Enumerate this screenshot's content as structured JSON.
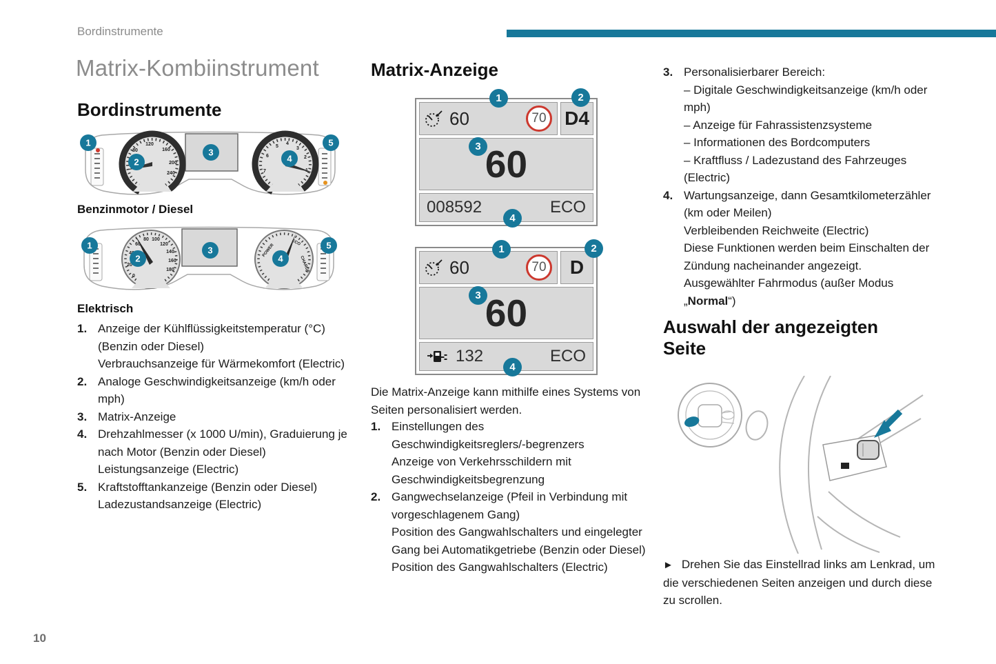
{
  "page": {
    "running_header": "Bordinstrumente",
    "page_number": "10"
  },
  "colors": {
    "accent": "#17789a",
    "limit_red": "#cc382e",
    "warn_orange": "#e5921e"
  },
  "left": {
    "title": "Matrix-Kombiinstrument",
    "heading": "Bordinstrumente",
    "fig1_caption": "Benzinmotor / Diesel",
    "fig2_caption": "Elektrisch",
    "items": [
      {
        "num": "1.",
        "lines": [
          "Anzeige der Kühlflüssigkeitstemperatur (°C)",
          "(Benzin oder Diesel)",
          "Verbrauchsanzeige für Wärmekomfort (Electric)"
        ]
      },
      {
        "num": "2.",
        "lines": [
          "Analoge Geschwindigkeitsanzeige (km/h oder",
          "mph)"
        ]
      },
      {
        "num": "3.",
        "lines": [
          "Matrix-Anzeige"
        ]
      },
      {
        "num": "4.",
        "lines": [
          "Drehzahlmesser (x 1000 U/min), Graduierung je",
          "nach Motor (Benzin oder Diesel)",
          "Leistungsanzeige (Electric)"
        ]
      },
      {
        "num": "5.",
        "lines": [
          "Kraftstofftankanzeige (Benzin oder Diesel)",
          "Ladezustandsanzeige (Electric)"
        ]
      }
    ]
  },
  "middle": {
    "heading": "Matrix-Anzeige",
    "display1": {
      "set_speed": "60",
      "limit": "70",
      "gear": "D4",
      "speed": "60",
      "odometer": "008592",
      "mode": "ECO",
      "callouts": [
        "1",
        "2",
        "3",
        "4"
      ]
    },
    "display2": {
      "set_speed": "60",
      "limit": "70",
      "gear": "D",
      "speed": "60",
      "range": "132",
      "mode": "ECO",
      "callouts": [
        "1",
        "2",
        "3",
        "4"
      ]
    },
    "intro_lines": [
      "Die Matrix-Anzeige kann mithilfe eines Systems von",
      "Seiten personalisiert werden."
    ],
    "items": [
      {
        "num": "1.",
        "lines": [
          "Einstellungen des",
          "Geschwindigkeitsreglers/-begrenzers",
          "Anzeige von Verkehrsschildern mit",
          "Geschwindigkeitsbegrenzung"
        ]
      },
      {
        "num": "2.",
        "lines": [
          "Gangwechselanzeige (Pfeil in Verbindung mit",
          "vorgeschlagenem Gang)",
          "Position des Gangwahlschalters und eingelegter",
          "Gang bei Automatikgetriebe (Benzin oder Diesel)",
          "Position des Gangwahlschalters (Electric)"
        ]
      }
    ]
  },
  "right": {
    "items": [
      {
        "num": "3.",
        "lines": [
          "Personalisierbarer Bereich:",
          "–  Digitale Geschwindigkeitsanzeige (km/h oder",
          "mph)",
          "–  Anzeige für Fahrassistenzsysteme",
          "–  Informationen des Bordcomputers",
          "–  Kraftfluss / Ladezustand des Fahrzeuges",
          "(Electric)"
        ]
      },
      {
        "num": "4.",
        "lines": [
          "Wartungsanzeige, dann Gesamtkilometerzähler",
          "(km oder Meilen)",
          "Verbleibenden Reichweite (Electric)",
          "Diese Funktionen werden beim Einschalten der",
          "Zündung nacheinander angezeigt.",
          "Ausgewählter Fahrmodus (außer Modus"
        ],
        "quote_pre": "„",
        "quote_bold": "Normal",
        "quote_post": "“)"
      }
    ],
    "heading": "Auswahl der angezeigten Seite",
    "instruction": {
      "arrow": "►",
      "line1": "Drehen Sie das Einstellrad links am Lenkrad, um",
      "rest": [
        "die verschiedenen Seiten anzeigen und durch diese",
        "zu scrollen."
      ]
    }
  },
  "figures": {
    "cluster1": {
      "callouts": [
        "1",
        "2",
        "3",
        "4",
        "5"
      ],
      "speedo": [
        "40",
        "80",
        "120",
        "160",
        "200",
        "240"
      ],
      "tacho": [
        "7",
        "6",
        "5",
        "4",
        "3",
        "2",
        "1"
      ]
    },
    "cluster2": {
      "callouts": [
        "1",
        "2",
        "3",
        "4",
        "5"
      ],
      "speedo": [
        "0",
        "20",
        "40",
        "60",
        "80",
        "100",
        "120",
        "140",
        "160",
        "180"
      ],
      "labels": [
        "POWER",
        "ECO",
        "CHARGE"
      ]
    }
  }
}
